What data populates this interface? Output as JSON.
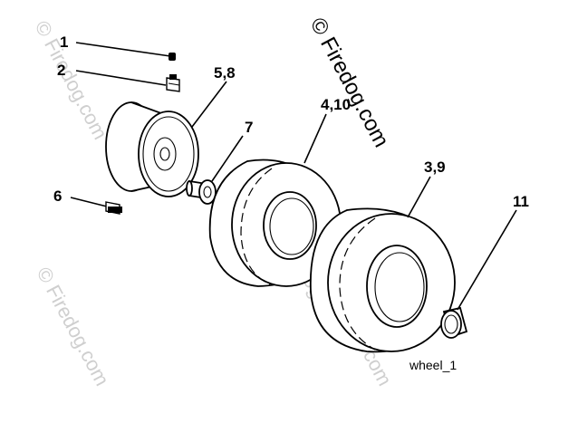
{
  "diagram": {
    "caption": "wheel_1",
    "watermark": "© Firedog.com",
    "callouts": {
      "p1": "1",
      "p2": "2",
      "p58": "5,8",
      "p7": "7",
      "p410": "4,10",
      "p39": "3,9",
      "p6": "6",
      "p11": "11"
    }
  }
}
